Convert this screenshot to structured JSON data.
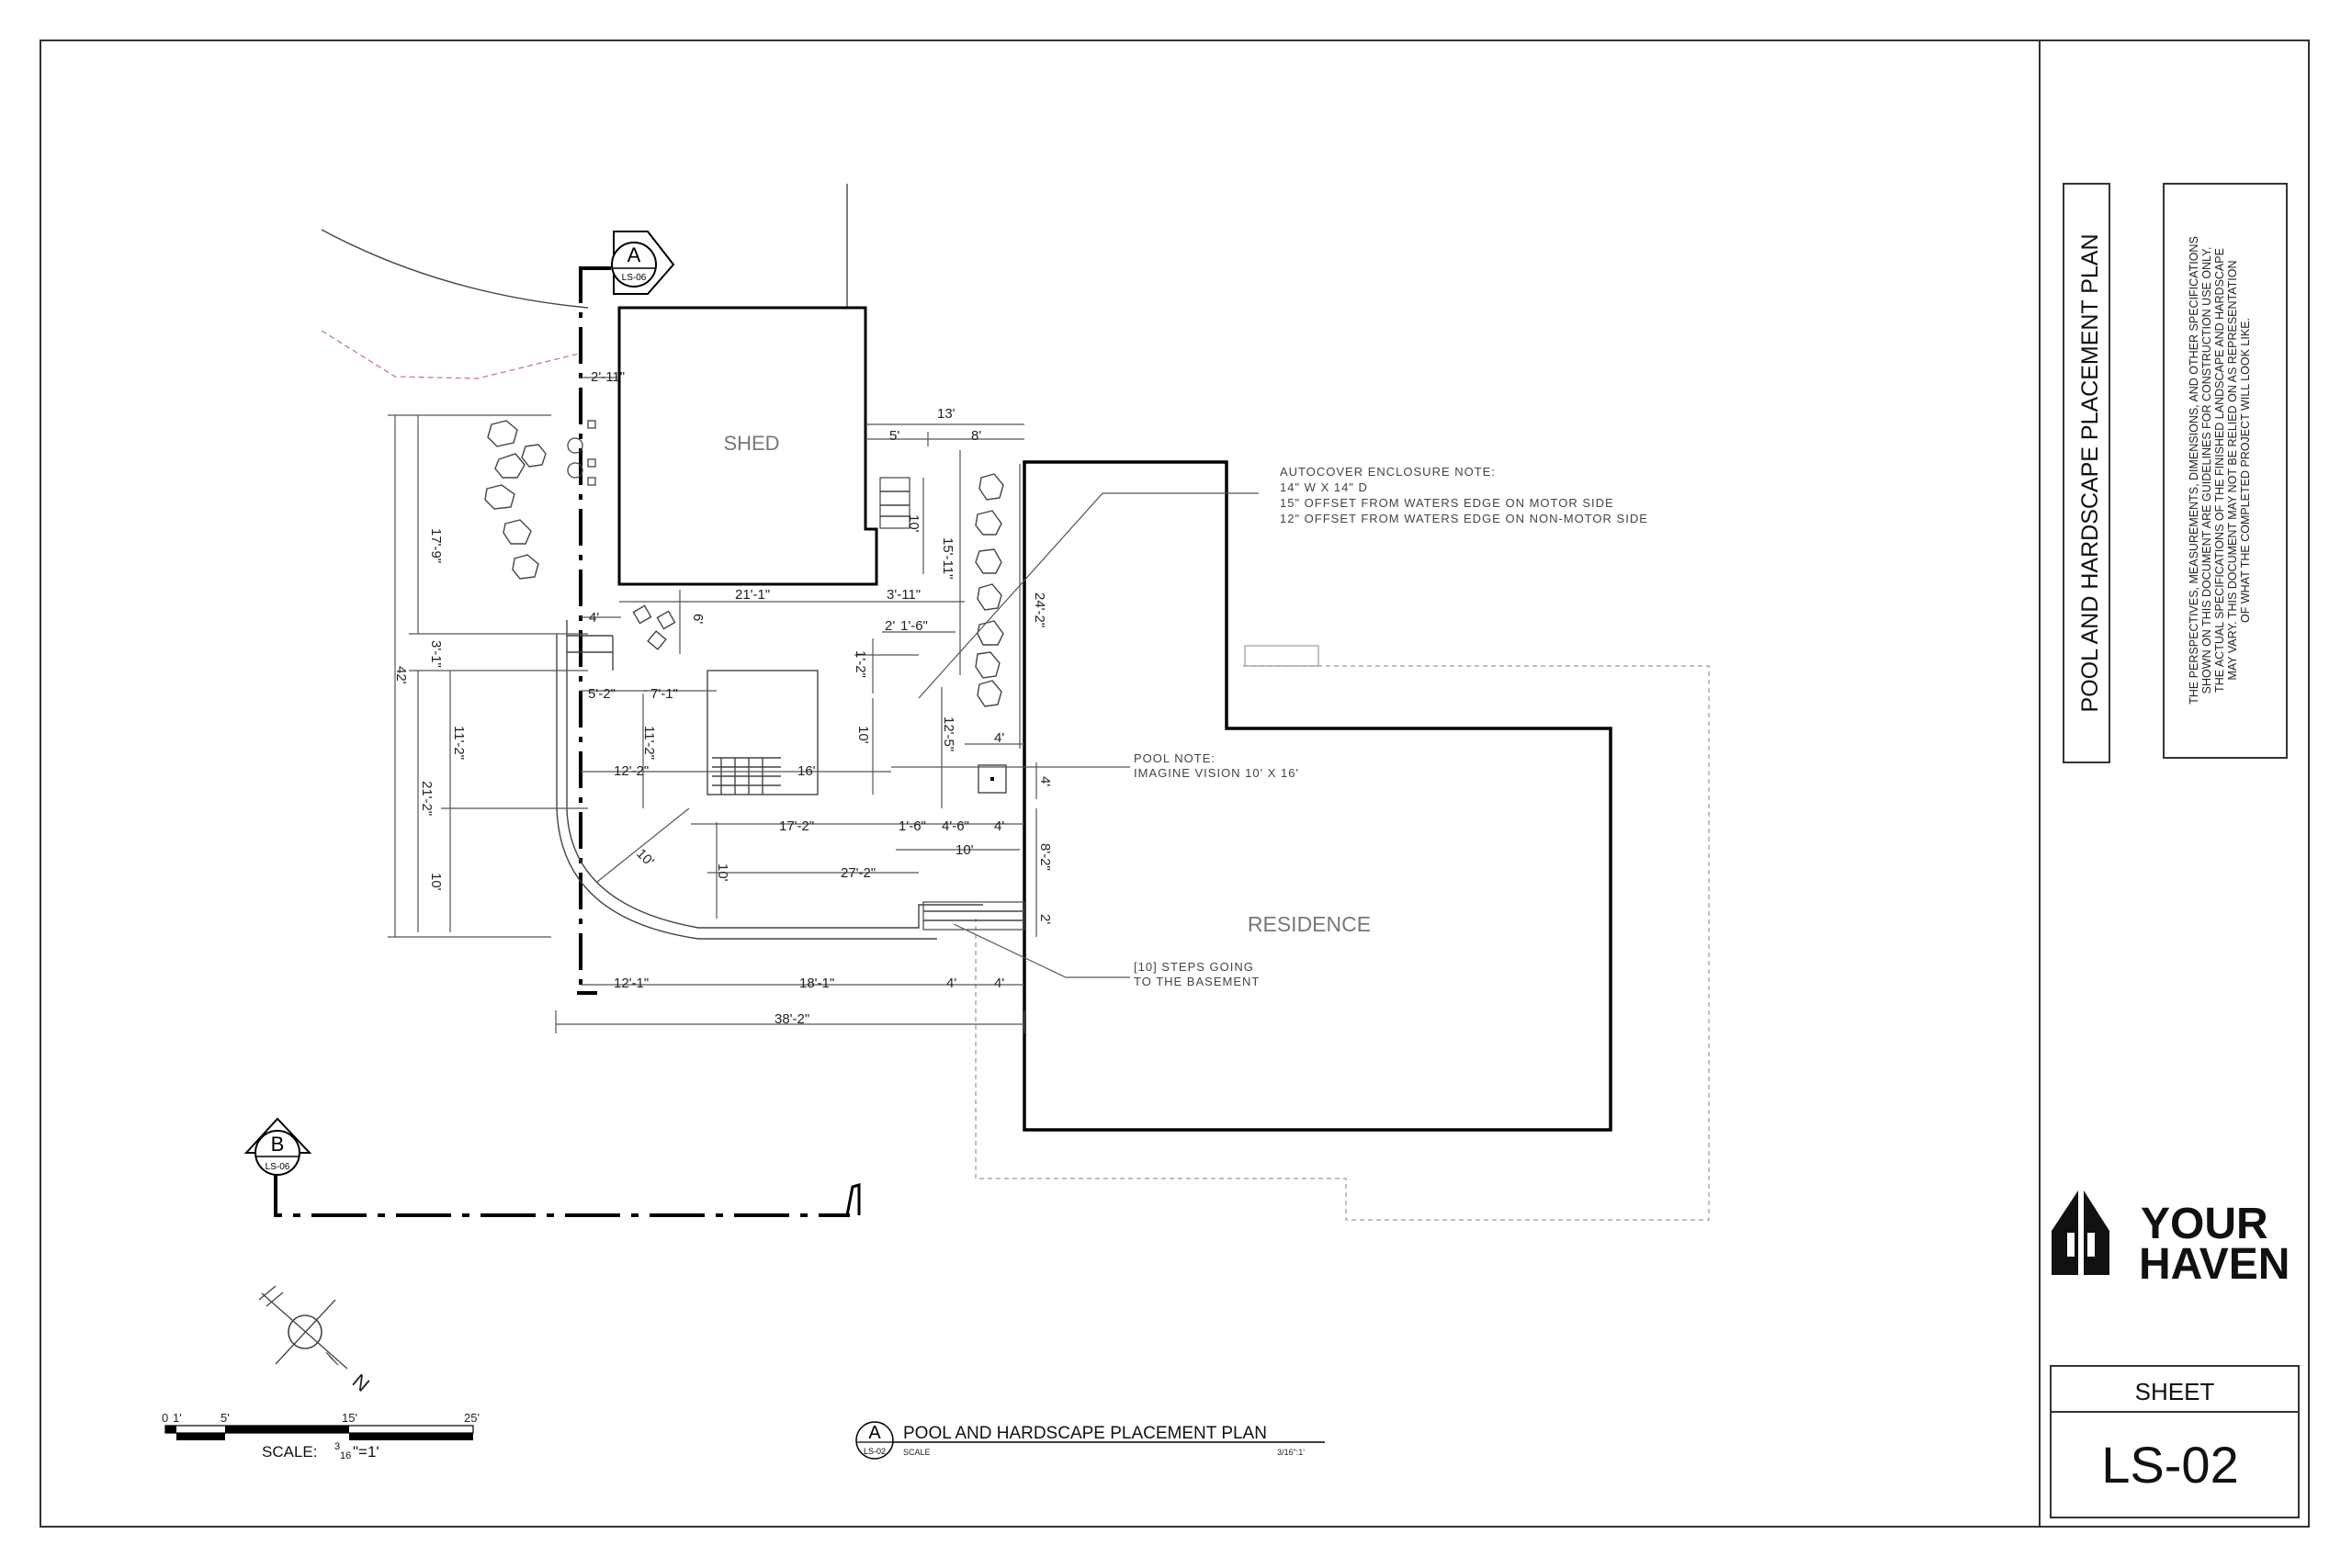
{
  "title_block": {
    "sheet_title": "POOL AND HARDSCAPE PLACEMENT PLAN",
    "disclaimer_lines": [
      "THE PERSPECTIVES, MEASUREMENTS, DIMENSIONS, AND OTHER SPECIFICATIONS",
      "SHOWN ON THIS DOCUMENT ARE GUIDELINES FOR CONSTRUCTION USE ONLY.",
      "THE ACTUAL SPECIFICATIONS OF THE FINISHED LANDSCAPE AND HARDSCAPE",
      "MAY VARY. THIS DOCUMENT MAY NOT BE RELIED ON AS REPRESENTATION",
      "OF WHAT THE COMPLETED PROJECT WILL LOOK LIKE."
    ],
    "logo_line1": "YOUR",
    "logo_line2": "HAVEN",
    "sheet_label": "SHEET",
    "sheet_number": "LS-02"
  },
  "plan": {
    "shed_label": "SHED",
    "residence_label": "RESIDENCE",
    "section_a": {
      "letter": "A",
      "ref": "LS-06"
    },
    "section_b": {
      "letter": "B",
      "ref": "LS-06"
    },
    "autocover_note": [
      "AUTOCOVER ENCLOSURE NOTE:",
      "14\" W X 14\" D",
      "15\" OFFSET FROM WATERS EDGE ON MOTOR SIDE",
      "12\" OFFSET FROM WATERS EDGE ON NON-MOTOR SIDE"
    ],
    "pool_note": [
      "POOL NOTE:",
      "IMAGINE VISION 10' X 16'"
    ],
    "steps_note": [
      "[10] STEPS GOING",
      "TO THE BASEMENT"
    ],
    "dimensions": {
      "d_2_11": "2'-11\"",
      "d_13": "13'",
      "d_5": "5'",
      "d_8": "8'",
      "d_17_9": "17'-9\"",
      "d_10_a": "10'",
      "d_15_11": "15'-11\"",
      "d_21_1": "21'-1\"",
      "d_3_11": "3'-11\"",
      "d_24_2": "24'-2\"",
      "d_4_a": "4'",
      "d_6": "6'",
      "d_2": "2'",
      "d_1_6_a": "1'-6\"",
      "d_3_1": "3'-1\"",
      "d_1_2": "1'-2\"",
      "d_42": "42'",
      "d_5_2": "5'-2\"",
      "d_7_1": "7'-1\"",
      "d_11_2_a": "11'-2\"",
      "d_11_2_b": "11'-2\"",
      "d_10_b": "10'",
      "d_12_5": "12'-5\"",
      "d_4_b": "4'",
      "d_12_2": "12'-2\"",
      "d_16": "16'",
      "d_4_c": "4'",
      "d_21_2": "21'-2\"",
      "d_17_2": "17'-2\"",
      "d_1_6_b": "1'-6\"",
      "d_4_6": "4'-6\"",
      "d_4_d": "4'",
      "d_10_c": "10'",
      "d_10_d": "10'",
      "d_8_2": "8'-2\"",
      "d_10_e": "10'",
      "d_10_f": "10'",
      "d_27_2": "27'-2\"",
      "d_2_b": "2'",
      "d_12_1": "12'-1\"",
      "d_18_1": "18'-1\"",
      "d_4_e": "4'",
      "d_4_f": "4'",
      "d_38_2": "38'-2\""
    }
  },
  "scale_bar": {
    "ticks": [
      "0",
      "1'",
      "5'",
      "15'",
      "25'"
    ],
    "label": "SCALE: ",
    "fraction_num": "3",
    "fraction_den": "16",
    "label_suffix": "\"=1'"
  },
  "drawing_title": {
    "letter": "A",
    "ref": "LS-02",
    "title": "POOL AND HARDSCAPE PLACEMENT PLAN",
    "scale_word": "SCALE",
    "scale_value": "3/16\":1'"
  },
  "north_arrow": {
    "letter": "N"
  }
}
